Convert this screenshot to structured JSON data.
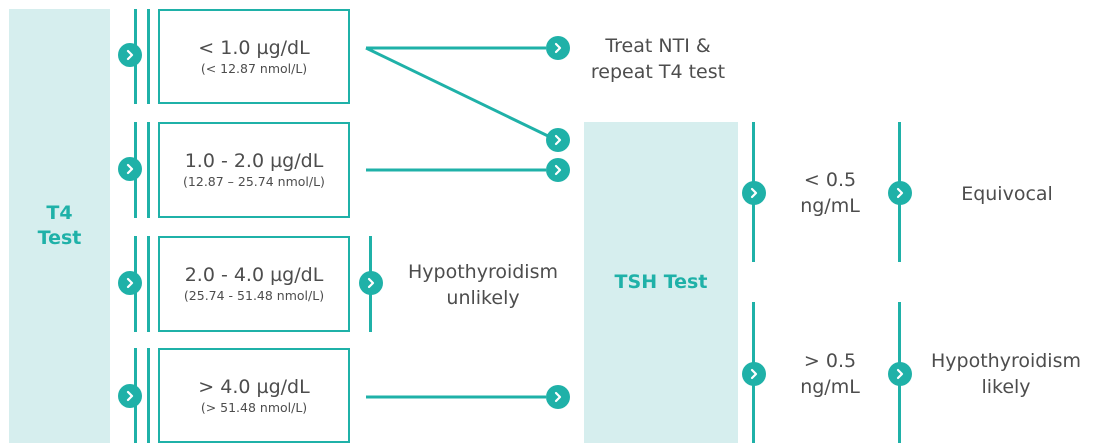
{
  "t4_test": {
    "line1": "T4",
    "line2": "Test"
  },
  "tsh_test": {
    "label": "TSH Test"
  },
  "ranges": [
    {
      "main": "< 1.0 µg/dL",
      "sub": "(< 12.87 nmol/L)"
    },
    {
      "main": "1.0 - 2.0 µg/dL",
      "sub": "(12.87 – 25.74 nmol/L)"
    },
    {
      "main": "2.0 - 4.0 µg/dL",
      "sub": "(25.74 - 51.48 nmol/L)"
    },
    {
      "main": "> 4.0 µg/dL",
      "sub": "(> 51.48 nmol/L)"
    }
  ],
  "outcomes": {
    "treat_nti": {
      "line1": "Treat NTI &",
      "line2": "repeat T4 test"
    },
    "hypo_unlikely": {
      "line1": "Hypothyroidism",
      "line2": "unlikely"
    }
  },
  "tsh_ranges": [
    {
      "line1": "< 0.5",
      "line2": "ng/mL"
    },
    {
      "line1": "> 0.5",
      "line2": "ng/mL"
    }
  ],
  "tsh_outcomes": {
    "equivocal": "Equivocal",
    "hypo_likely": {
      "line1": "Hypothyroidism",
      "line2": "likely"
    }
  },
  "colors": {
    "accent": "#1fb1a8",
    "panel": "#d6eeee",
    "text": "#4d4d4d"
  },
  "icons": {
    "arrow": "chevron-right-circle-icon"
  }
}
